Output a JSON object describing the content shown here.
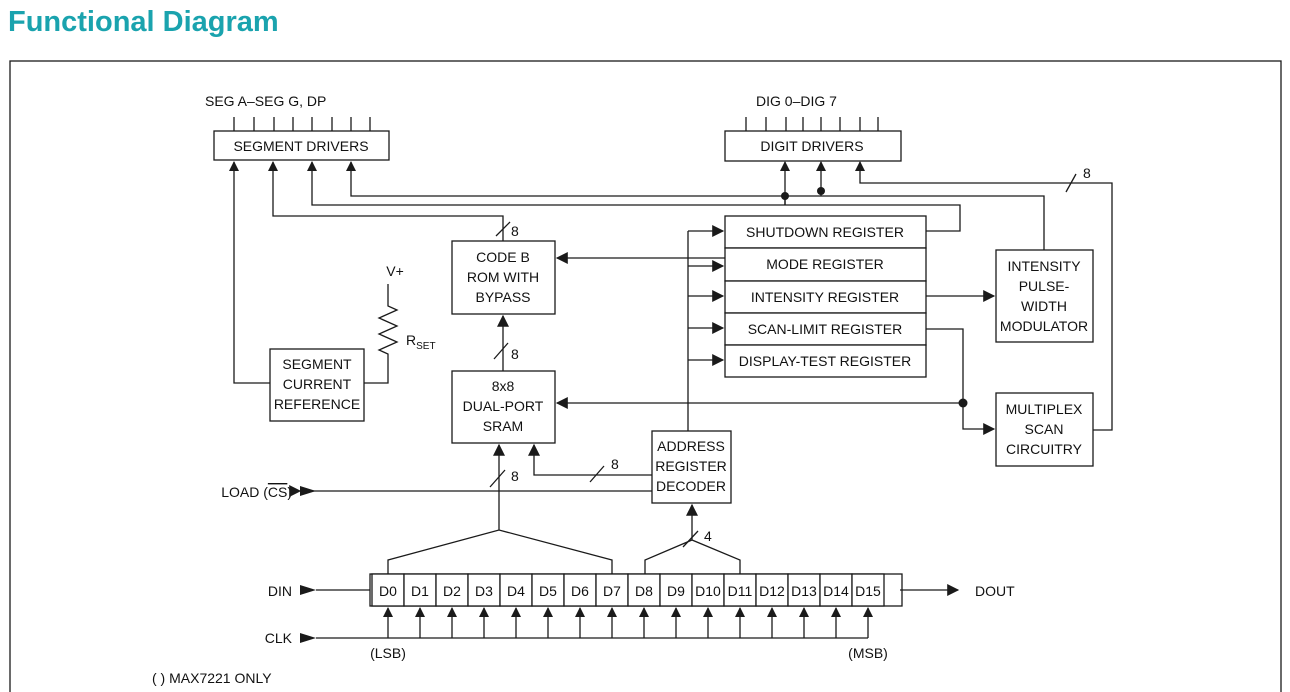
{
  "heading": "Functional Diagram",
  "colors": {
    "heading": "#1aa3ae",
    "lines": "#1a1a1a"
  },
  "pins": {
    "segments": "SEG A–SEG G, DP",
    "digits": "DIG 0–DIG 7",
    "vplus": "V+",
    "rset_main": "R",
    "rset_sub": "SET",
    "load": "LOAD (",
    "load_bar": "CS",
    "load_close": ")",
    "din": "DIN",
    "clk": "CLK",
    "dout": "DOUT"
  },
  "blocks": {
    "segment_drivers": "SEGMENT DRIVERS",
    "digit_drivers": "DIGIT DRIVERS",
    "code_b_rom": [
      "CODE B",
      "ROM WITH",
      "BYPASS"
    ],
    "sram": [
      "8x8",
      "DUAL-PORT",
      "SRAM"
    ],
    "segment_current_reference": [
      "SEGMENT",
      "CURRENT",
      "REFERENCE"
    ],
    "address_decoder": [
      "ADDRESS",
      "REGISTER",
      "DECODER"
    ],
    "intensity_pwm": [
      "INTENSITY",
      "PULSE-",
      "WIDTH",
      "MODULATOR"
    ],
    "multiplex_scan": [
      "MULTIPLEX",
      "SCAN",
      "CIRCUITRY"
    ]
  },
  "registers": [
    "SHUTDOWN REGISTER",
    "MODE REGISTER",
    "INTENSITY REGISTER",
    "SCAN-LIMIT REGISTER",
    "DISPLAY-TEST REGISTER"
  ],
  "bus_widths": {
    "rom_in": "8",
    "sram_to_rom": "8",
    "sram_in": "8",
    "decoder_to_sram": "8",
    "to_decoder": "4",
    "to_digit_drivers": "8"
  },
  "shift_register": {
    "bits": [
      "D0",
      "D1",
      "D2",
      "D3",
      "D4",
      "D5",
      "D6",
      "D7",
      "D8",
      "D9",
      "D10",
      "D11",
      "D12",
      "D13",
      "D14",
      "D15"
    ],
    "lsb": "(LSB)",
    "msb": "(MSB)"
  },
  "footnote": "( ) MAX7221 ONLY"
}
